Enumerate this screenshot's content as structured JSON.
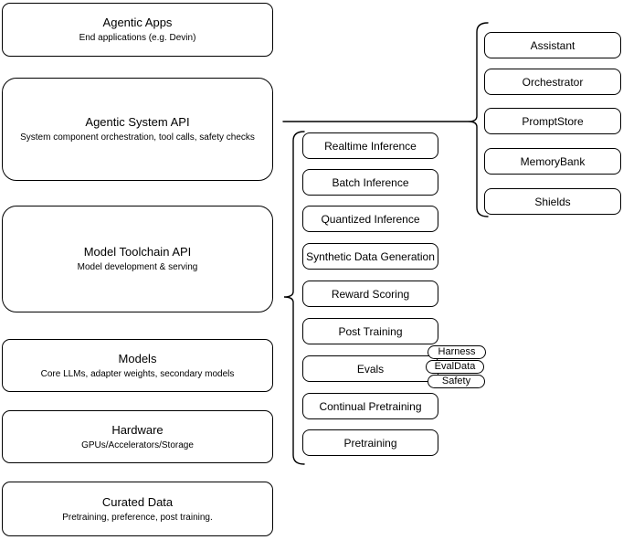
{
  "diagram": {
    "title": "Agentic system stack diagram",
    "layers": [
      {
        "title": "Agentic Apps",
        "subtitle": "End applications (e.g. Devin)"
      },
      {
        "title": "Agentic System API",
        "subtitle": "System component orchestration, tool calls, safety checks"
      },
      {
        "title": "Model Toolchain API",
        "subtitle": "Model development & serving"
      },
      {
        "title": "Models",
        "subtitle": "Core LLMs, adapter weights, secondary models"
      },
      {
        "title": "Hardware",
        "subtitle": "GPUs/Accelerators/Storage"
      },
      {
        "title": "Curated Data",
        "subtitle": "Pretraining, preference, post training."
      }
    ],
    "toolchain_nodes": [
      "Realtime Inference",
      "Batch Inference",
      "Quantized Inference",
      "Synthetic Data Generation",
      "Reward Scoring",
      "Post Training",
      "Evals",
      "Continual Pretraining",
      "Pretraining"
    ],
    "system_nodes": [
      "Assistant",
      "Orchestrator",
      "PromptStore",
      "MemoryBank",
      "Shields"
    ],
    "eval_tags": [
      "Harness",
      "EvalData",
      "Safety"
    ],
    "colors": {
      "background": "#ffffff",
      "box_fill": "#ffffff",
      "box_border": "#000000",
      "text": "#000000",
      "connector": "#000000"
    }
  }
}
